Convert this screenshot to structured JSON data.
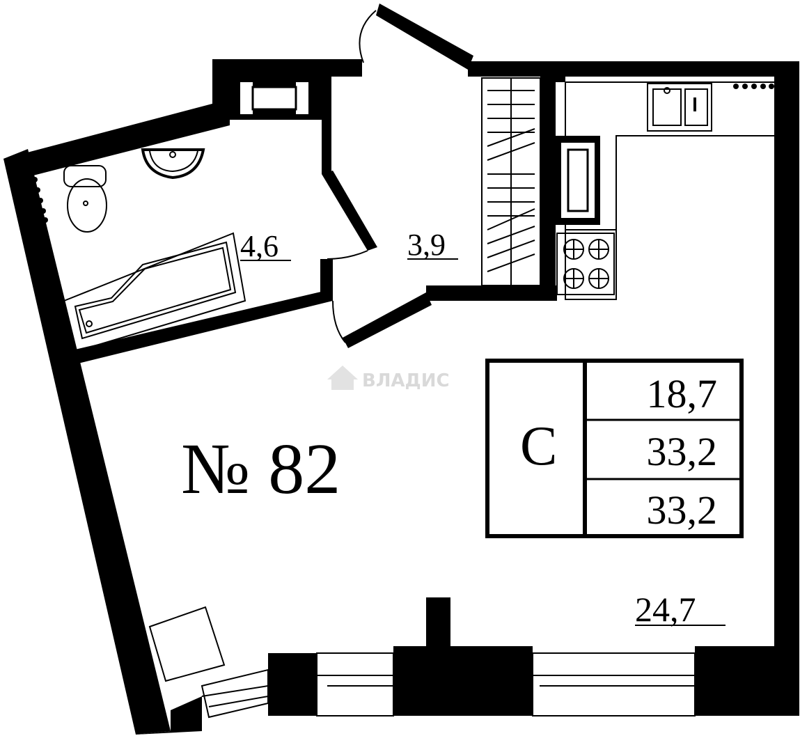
{
  "apartment": {
    "label": "№ 82"
  },
  "rooms": {
    "bathroom_area": "4,6",
    "hall_area": "3,9",
    "main_area": "24,7"
  },
  "summary_table": {
    "type_letter": "С",
    "values": [
      "18,7",
      "33,2",
      "33,2"
    ]
  },
  "watermark": {
    "text": "ВЛАДИС",
    "icon": "house-icon"
  },
  "colors": {
    "wall": "#000000",
    "background": "#ffffff",
    "watermark": "#d9d9d9"
  }
}
